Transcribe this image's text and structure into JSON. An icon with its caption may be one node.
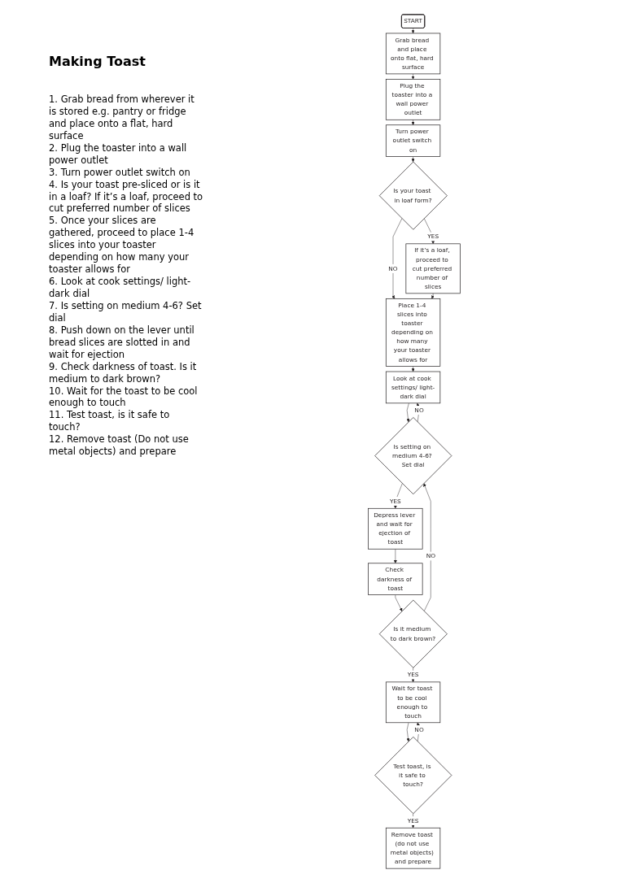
{
  "diagram": {
    "title": "Making Toast",
    "nodes": [
      {
        "text": [
          "START"
        ]
      },
      {
        "text": [
          "Grab bread and place onto flat, hard surface"
        ]
      },
      {
        "text": [
          "Plug the toaster into a wall power outlet"
        ]
      },
      {
        "text": [
          "Turn power outlet switch on"
        ]
      },
      {
        "text": [
          "Is your toast in loaf form?"
        ]
      },
      {
        "text": [
          "If it’s a loaf, proceed to cut preferred number of slices"
        ]
      },
      {
        "text": [
          "Place 1-4 slices into toaster depending on how many your toaster allows for"
        ]
      },
      {
        "text": [
          "Look at cook settings/ light-dark dial"
        ]
      },
      {
        "text": [
          "Is setting on medium 4-6? Set dial"
        ]
      },
      {
        "text": [
          "Depress lever and wait for ejection of toast"
        ]
      },
      {
        "text": [
          "Check darkness of toast"
        ]
      },
      {
        "text": [
          "Is it medium to dark brown?"
        ]
      },
      {
        "text": [
          "Wait for toast to be cool enough to touch"
        ]
      },
      {
        "text": [
          "Test toast, is it safe to touch?"
        ]
      },
      {
        "text": [
          "Remove toast (do not use metal objects) and prepare"
        ]
      }
    ],
    "edges": [
      {
        "from": 0,
        "to": 1,
        "arrow": "to"
      },
      {
        "from": 1,
        "to": 2,
        "arrow": "to"
      },
      {
        "from": 2,
        "to": 3,
        "arrow": "to"
      },
      {
        "from": 3,
        "to": 4,
        "arrow": "to"
      },
      {
        "from": 4,
        "to": 5,
        "arrow": "to",
        "label": "YES"
      },
      {
        "from": 4,
        "to": 6,
        "arrow": "to",
        "label": "NO"
      },
      {
        "from": 5,
        "to": 6,
        "arrow": "to"
      },
      {
        "from": 6,
        "to": 7,
        "arrow": "to"
      },
      {
        "from": 7,
        "to": 8,
        "arrow": "to"
      },
      {
        "from": 8,
        "to": 7,
        "arrow": "to",
        "label": "NO"
      },
      {
        "from": 8,
        "to": 9,
        "arrow": "to",
        "label": "YES"
      },
      {
        "from": 9,
        "to": 10,
        "arrow": "to"
      },
      {
        "from": 10,
        "to": 11,
        "arrow": "to"
      },
      {
        "from": 11,
        "to": 8,
        "arrow": "to",
        "label": "NO"
      },
      {
        "from": 11,
        "to": 12,
        "arrow": "to",
        "label": "YES"
      },
      {
        "from": 12,
        "to": 13,
        "arrow": "to"
      },
      {
        "from": 13,
        "to": 12,
        "arrow": "to",
        "label": "NO"
      },
      {
        "from": 13,
        "to": 14,
        "arrow": "to",
        "label": "YES"
      }
    ],
    "labels": [
      "1. Grab bread from wherever it is stored e.g. pantry or fridge and place onto a flat, hard surface",
      "2. Plug the toaster into a wall power outlet",
      "3. Turn power outlet switch on",
      "4. Is your toast pre-sliced or is it in a loaf? If it’s a loaf, proceed to cut preferred number of slices",
      "5. Once your slices are gathered, proceed to place 1-4 slices into your toaster depending on how many your toaster allows for",
      "6. Look at cook settings/ light-dark dial",
      "7. Is setting on medium 4-6? Set dial",
      "8. Push down on the lever until bread slices are slotted in and wait for ejection",
      "9. Check darkness of toast. Is it medium to dark brown?",
      "10. Wait for the toast to be cool enough to touch",
      "11. Test toast, is it safe to touch?",
      "12. Remove toast (Do not use metal objects) and prepare"
    ]
  }
}
